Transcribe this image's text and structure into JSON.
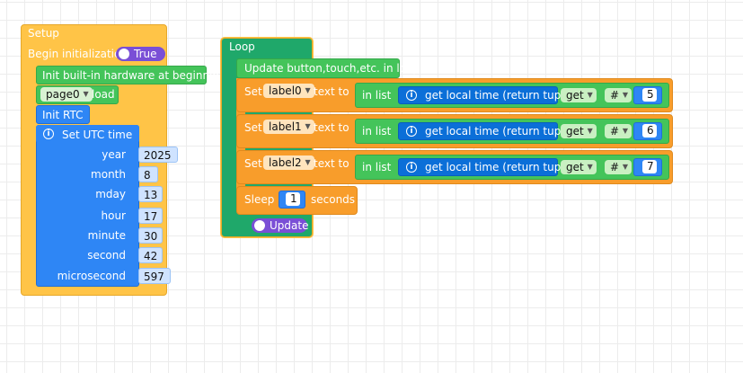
{
  "setup": {
    "title": "Setup",
    "begin_label": "Begin initialization",
    "begin_toggle": "True",
    "init_hw_label": "Init built-in hardware at beginning",
    "page_dropdown": "page0",
    "load_label": "load",
    "init_rtc_label": "Init RTC",
    "set_utc_label": "Set UTC time",
    "fields": [
      {
        "label": "year",
        "value": "2025"
      },
      {
        "label": "month",
        "value": "8"
      },
      {
        "label": "mday",
        "value": "13"
      },
      {
        "label": "hour",
        "value": "17"
      },
      {
        "label": "minute",
        "value": "30"
      },
      {
        "label": "second",
        "value": "42"
      },
      {
        "label": "microsecond",
        "value": "597"
      }
    ]
  },
  "loop": {
    "title": "Loop",
    "update_label": "Update button,touch,etc. in loop",
    "rows": [
      {
        "set": "Set",
        "target": "label0",
        "text_to": "text to",
        "in_list": "in list",
        "func": "get local time (return tuple)",
        "op": "get",
        "hash": "#",
        "index": "5"
      },
      {
        "set": "Set",
        "target": "label1",
        "text_to": "text to",
        "in_list": "in list",
        "func": "get local time (return tuple)",
        "op": "get",
        "hash": "#",
        "index": "6"
      },
      {
        "set": "Set",
        "target": "label2",
        "text_to": "text to",
        "in_list": "in list",
        "func": "get local time (return tuple)",
        "op": "get",
        "hash": "#",
        "index": "7"
      }
    ],
    "sleep_label": "Sleep",
    "sleep_value": "1",
    "seconds_label": "seconds",
    "update_toggle": "Update"
  },
  "colors": {
    "setup": "#ffc447",
    "orange": "#f89d2b",
    "green": "#44c45a",
    "loop_green": "#1fa86a",
    "blue": "#2e86f5",
    "purple": "#7a4fd6"
  }
}
